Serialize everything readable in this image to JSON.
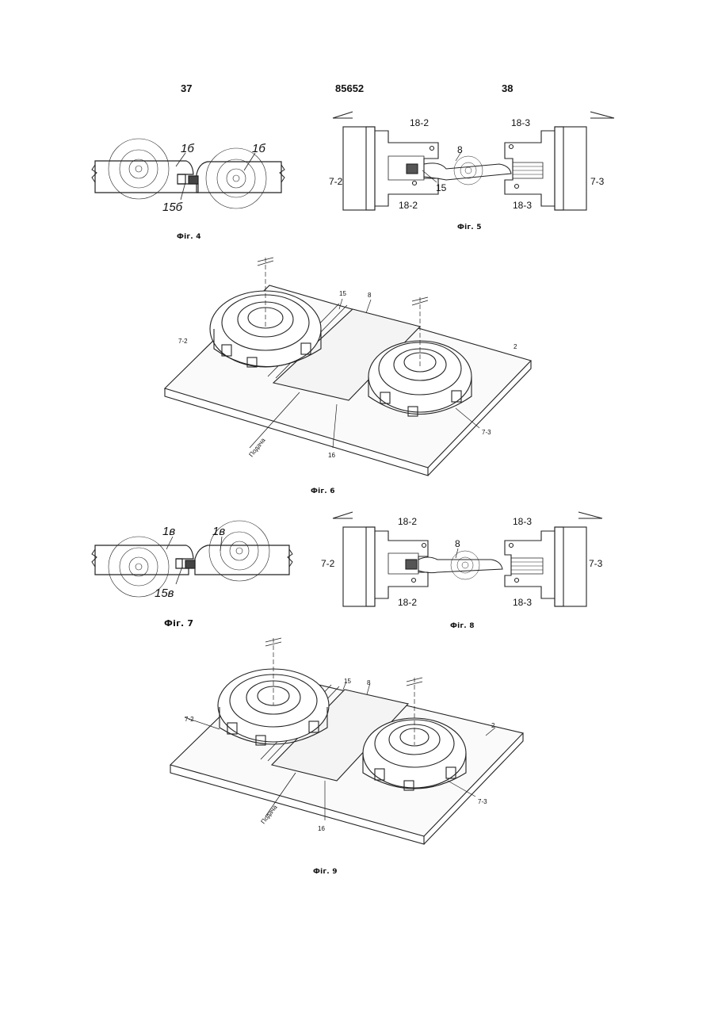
{
  "header": {
    "page_left": "37",
    "patent_number": "85652",
    "page_right": "38"
  },
  "figures": {
    "fig4": {
      "caption": "Фіг. 4",
      "labels": {
        "a": "1б",
        "b": "1б",
        "c": "15б"
      }
    },
    "fig5": {
      "caption": "Фіг. 5",
      "labels": {
        "l1": "7-2",
        "l2": "18-2",
        "l3": "18-2",
        "l4": "8",
        "l5": "15",
        "l6": "18-3",
        "l7": "18-3",
        "l8": "7-3"
      }
    },
    "fig6": {
      "caption": "Фіг. 6",
      "labels": {
        "l15": "15",
        "l8": "8",
        "l72": "7-2",
        "l2": "2",
        "l73": "7-3",
        "l16": "16",
        "feed": "Подача"
      }
    },
    "fig7": {
      "caption": "Фіг. 7",
      "labels": {
        "a": "1в",
        "b": "1в",
        "c": "15в"
      }
    },
    "fig8": {
      "caption": "Фіг. 8",
      "labels": {
        "l1": "7-2",
        "l2": "18-2",
        "l3": "18-2",
        "l4": "8",
        "l6": "18-3",
        "l7": "18-3",
        "l8": "7-3"
      }
    },
    "fig9": {
      "caption": "Фіг. 9",
      "labels": {
        "l15": "15",
        "l8": "8",
        "l72": "7-2",
        "l2": "2",
        "l73": "7-3",
        "l16": "16",
        "feed": "Подача"
      }
    }
  }
}
